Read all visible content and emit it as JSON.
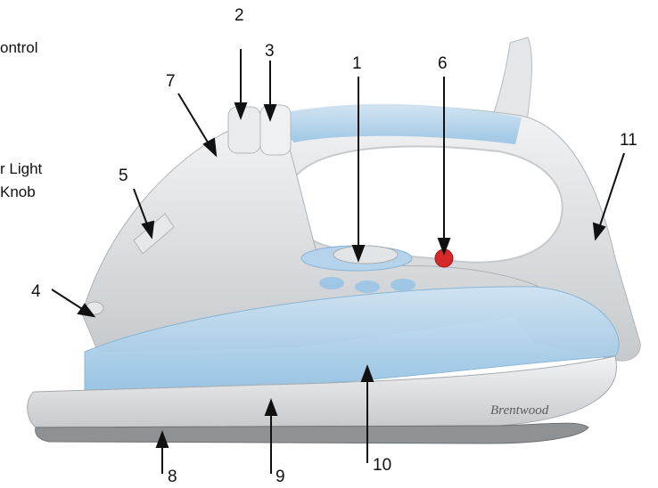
{
  "figure": {
    "edge_labels": {
      "control": "ontrol",
      "light": "r Light",
      "knob": "Knob"
    },
    "callouts": [
      "1",
      "2",
      "3",
      "4",
      "5",
      "6",
      "7",
      "8",
      "9",
      "10",
      "11"
    ],
    "brand": "Brentwood",
    "colors": {
      "body_silver": "#d9dcde",
      "water_tank_blue": "#a9cfe8",
      "handle_blue": "#b8d6ec",
      "accent_red": "#d42a2a",
      "soleplate": "#8f9295",
      "arrow": "#111111"
    }
  }
}
